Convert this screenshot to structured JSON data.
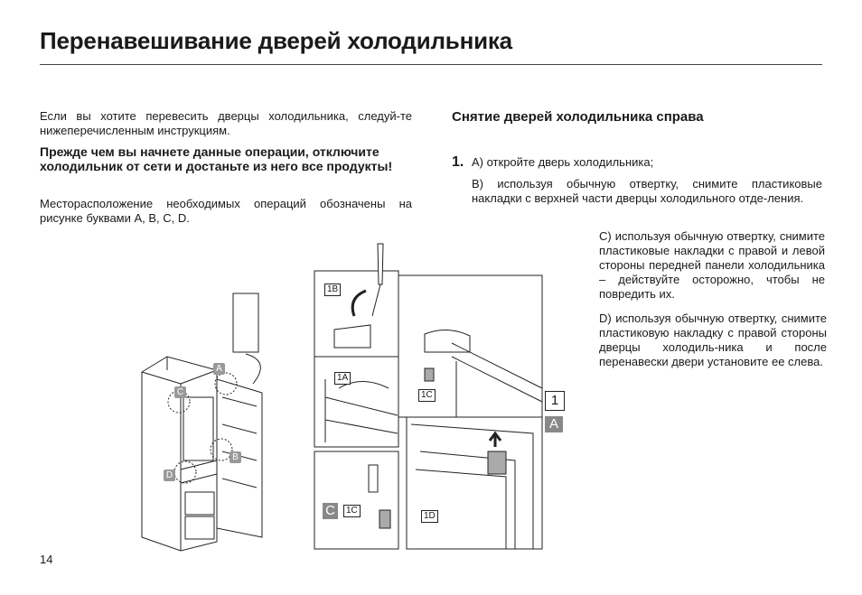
{
  "title": "Перенавешивание дверей холодильника",
  "left": {
    "intro": "Если вы хотите перевесить дверцы холодильника, следуй-те нижеперечисленным инструкциям.",
    "warning": "Прежде чем вы начнете данные операции, отключите холодильник от сети и достаньте из него все продукты!",
    "location": "Месторасположение необходимых операций обозначены на рисунке буквами A, B, C, D."
  },
  "right": {
    "heading": "Снятие дверей холодильника справа",
    "step_number": "1.",
    "a": "A) откройте дверь холодильника;",
    "b": "B) используя обычную отвертку, снимите пластиковые накладки с верхней части дверцы холодильного отде-ления.",
    "c": "C) используя обычную отвертку, снимите пластиковые накладки с правой и левой стороны передней панели холодильника – действуйте осторожно, чтобы не повредить их.",
    "d": "D) используя обычную отвертку, снимите пластиковую накладку с правой стороны дверцы холодиль-ника и после перенавески двери установите ее слева."
  },
  "figure": {
    "fridge_labels": [
      "A",
      "B",
      "C",
      "D"
    ],
    "detail_labels": {
      "b1": "1B",
      "a1": "1A",
      "c1": "1C",
      "c2": "1C",
      "d1": "1D"
    },
    "step_box": "1",
    "section_a": "A",
    "section_c": "C"
  },
  "page_number": "14"
}
